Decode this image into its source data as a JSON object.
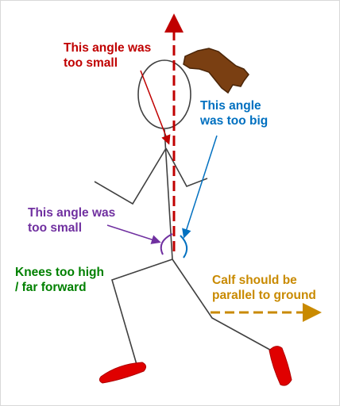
{
  "annotations": {
    "top_angle": {
      "line1": "This angle was",
      "line2": "too small"
    },
    "back_angle": {
      "line1": "This angle",
      "line2": "was too big"
    },
    "hip_angle": {
      "line1": "This angle was",
      "line2": "too small"
    },
    "knees": {
      "line1": "Knees too high",
      "line2": "/ far forward"
    },
    "calf": {
      "line1": "Calf should be",
      "line2": "parallel to ground"
    }
  },
  "colors": {
    "red": "#c00000",
    "blue": "#0070c0",
    "purple": "#7030a0",
    "green": "#008000",
    "orange": "#c98a00",
    "hair": "#7a3f12",
    "shoe": "#e00000",
    "figure_line": "#404040"
  }
}
